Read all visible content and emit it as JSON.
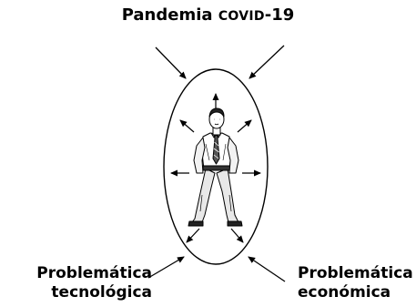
{
  "top_label": {
    "word": "Pandemia",
    "smallcaps": "COVID",
    "suffix": "-19"
  },
  "bottom_left_label": {
    "line1": "Problemática",
    "line2": "tecnológica"
  },
  "bottom_right_label": {
    "line1": "Problemática",
    "line2": "económica"
  },
  "center_figure": {
    "icon": "standing-man-illustration",
    "description_icon": "outward-arrows"
  }
}
